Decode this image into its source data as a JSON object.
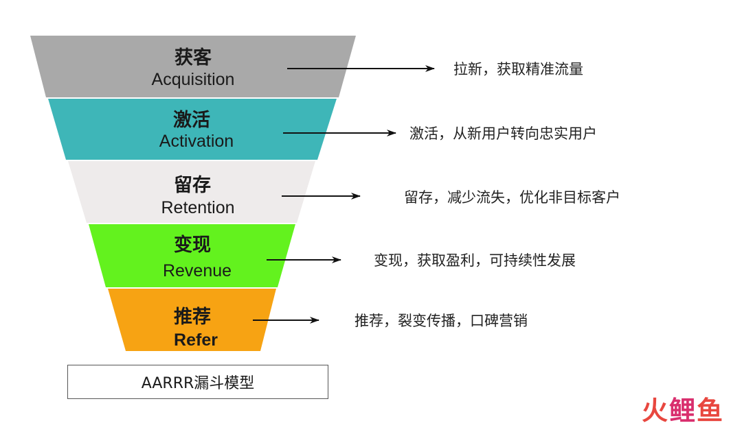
{
  "stages": [
    {
      "zh": "获客",
      "en": "Acquisition",
      "desc": "拉新，获取精准流量",
      "color": "#a9a9a9"
    },
    {
      "zh": "激活",
      "en": "Activation",
      "desc": "激活，从新用户转向忠实用户",
      "color": "#3eb6b8"
    },
    {
      "zh": "留存",
      "en": "Retention",
      "desc": "留存，减少流失，优化非目标客户",
      "color": "#eeebeb"
    },
    {
      "zh": "变现",
      "en": "Revenue",
      "desc": "变现，获取盈利，可持续性发展",
      "color": "#63f21e"
    },
    {
      "zh": "推荐",
      "en": "Refer",
      "desc": "推荐，裂变传播，口碑营销",
      "color": "#f7a313"
    }
  ],
  "caption": "AARRR漏斗模型",
  "watermark": {
    "part1": "火",
    "part2": "鲤",
    "part3": "鱼"
  }
}
